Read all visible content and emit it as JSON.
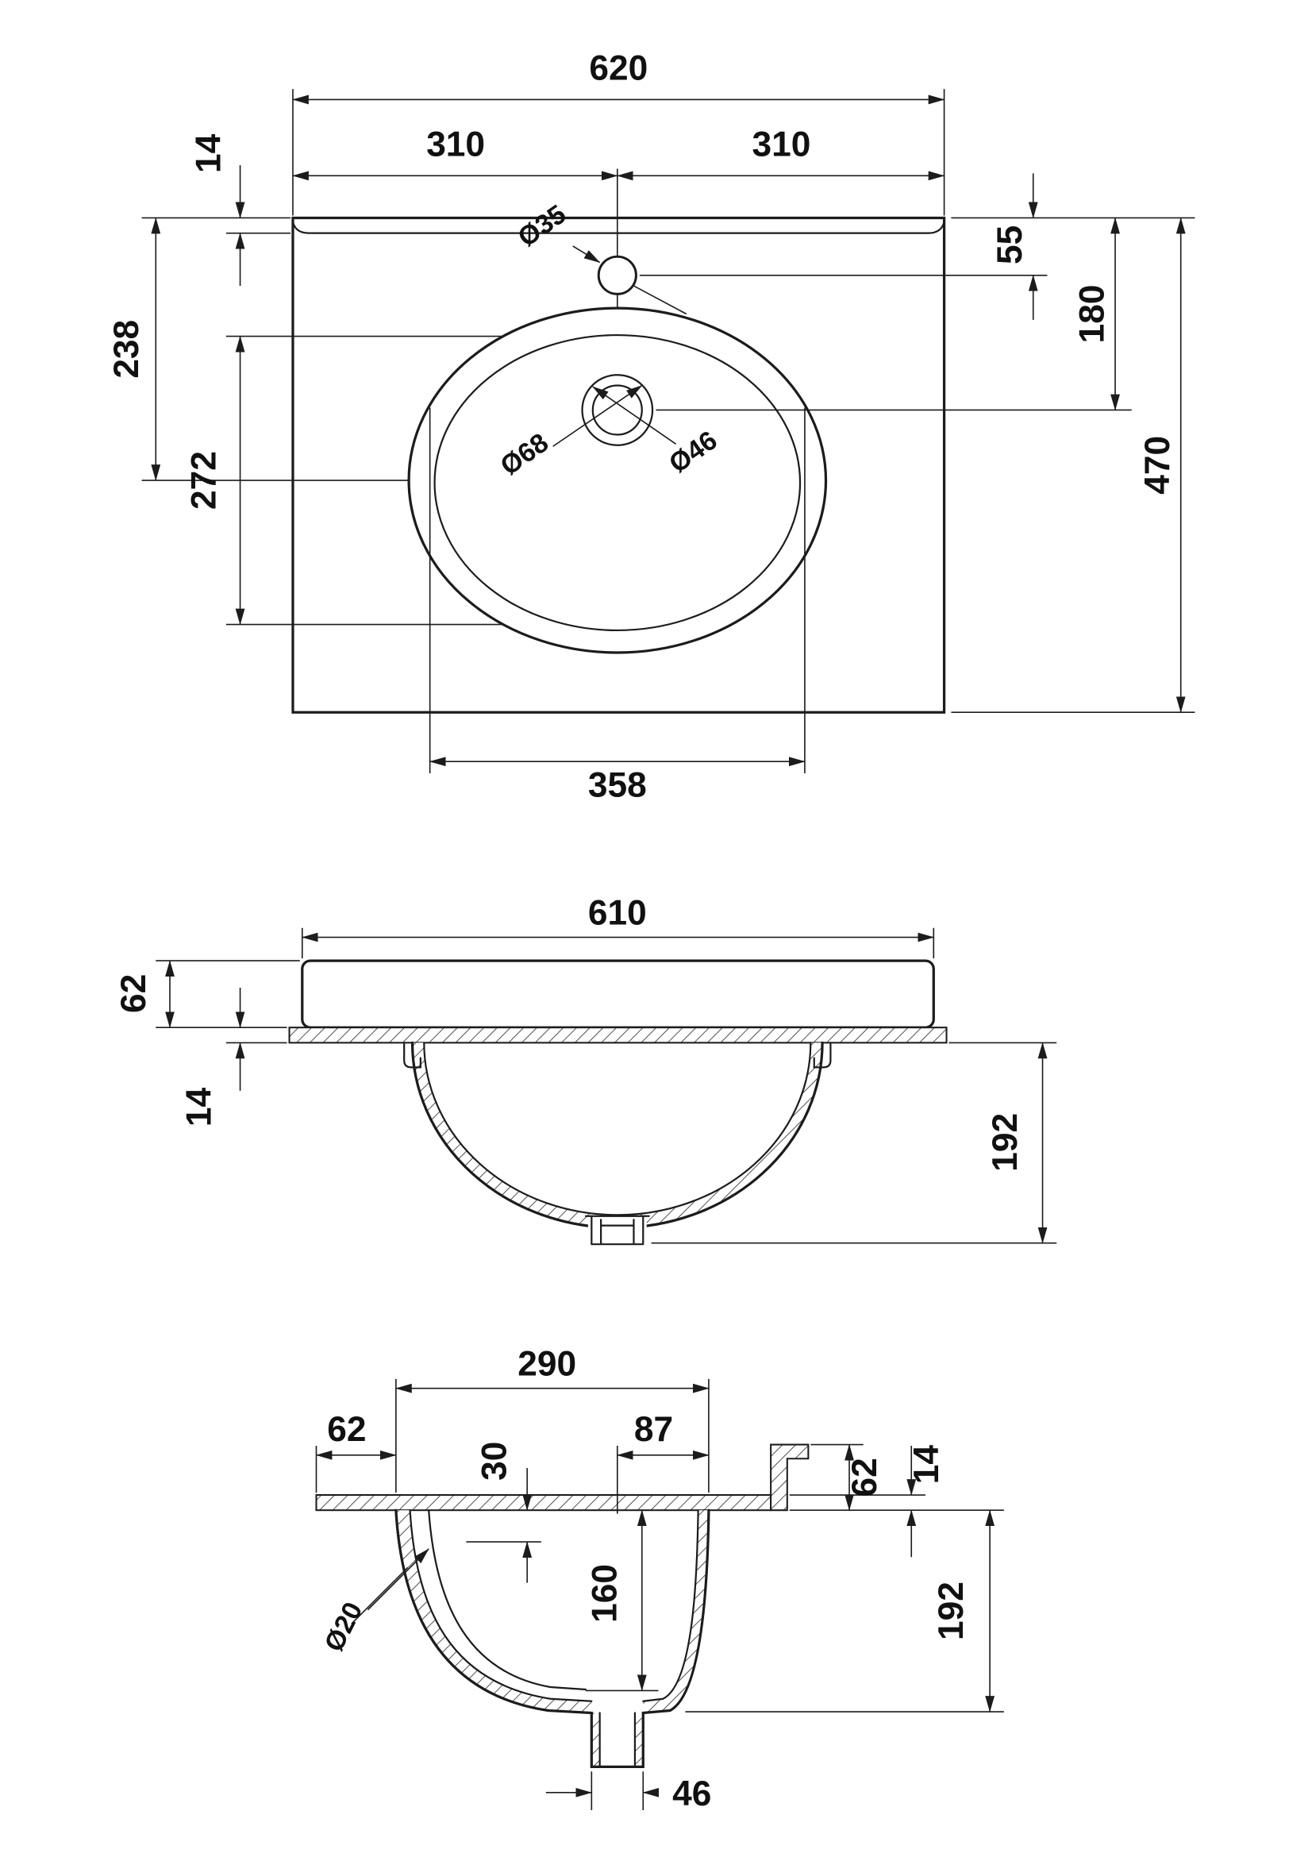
{
  "drawing": {
    "kind": "inset-basin-technical-drawing",
    "units": "mm",
    "line_color": "#1c1c1c"
  },
  "plan": {
    "overall_width": "620",
    "left_half": "310",
    "right_half": "310",
    "rim": "14",
    "tap_setback": "55",
    "waste_setback": "180",
    "overall_depth": "470",
    "bowl_center_offset": "238",
    "bowl_length": "272",
    "bowl_width": "358",
    "tap_hole": "Ø35",
    "waste_outer": "Ø68",
    "waste_inner": "Ø46"
  },
  "front": {
    "width": "610",
    "apron_height": "62",
    "rim": "14",
    "depth": "192"
  },
  "side": {
    "opening_width": "290",
    "front_ledge": "62",
    "overflow_drop": "30",
    "waste_offset": "87",
    "upstand_height": "62",
    "rim": "14",
    "bowl_inner_depth": "160",
    "overall_depth": "192",
    "overflow_hole": "Ø20",
    "waste_width": "46"
  }
}
